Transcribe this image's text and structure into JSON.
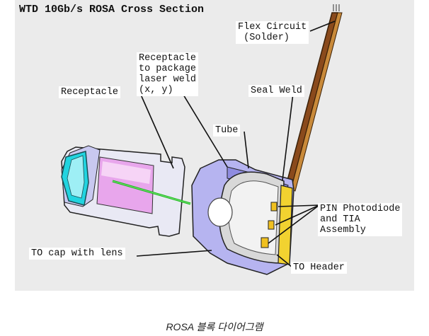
{
  "figure": {
    "title": "WTD 10Gb/s ROSA Cross Section",
    "labels": {
      "flex_circuit": "Flex Circuit\n (Solder)",
      "receptacle_weld": "Receptacle\nto package\nlaser weld\n(x, y)",
      "receptacle": "Receptacle",
      "seal_weld": "Seal Weld",
      "tube": "Tube",
      "pin_tia": "PIN Photodiode\nand TIA\nAssembly",
      "to_cap": "TO cap with lens",
      "to_header": "TO Header"
    }
  },
  "caption": "ROSA 블록 다이어그램"
}
